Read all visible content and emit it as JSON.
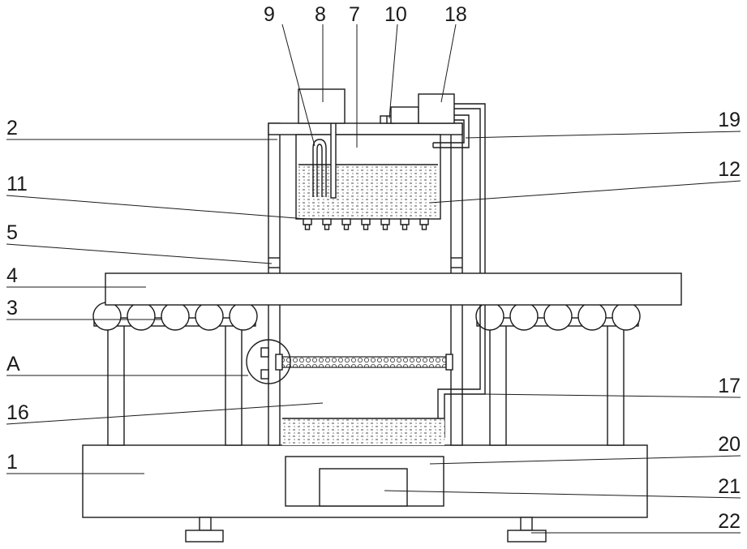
{
  "labels": {
    "l1": "1",
    "l2": "2",
    "l3": "3",
    "l4": "4",
    "l5": "5",
    "l7": "7",
    "l8": "8",
    "l9": "9",
    "l10": "10",
    "l11": "11",
    "l12": "12",
    "l16": "16",
    "l17": "17",
    "l18": "18",
    "l19": "19",
    "l20": "20",
    "l21": "21",
    "l22": "22",
    "lA": "A"
  },
  "colors": {
    "line": "#1a1a1a",
    "background": "#ffffff",
    "liquid_dot": "#333333"
  }
}
